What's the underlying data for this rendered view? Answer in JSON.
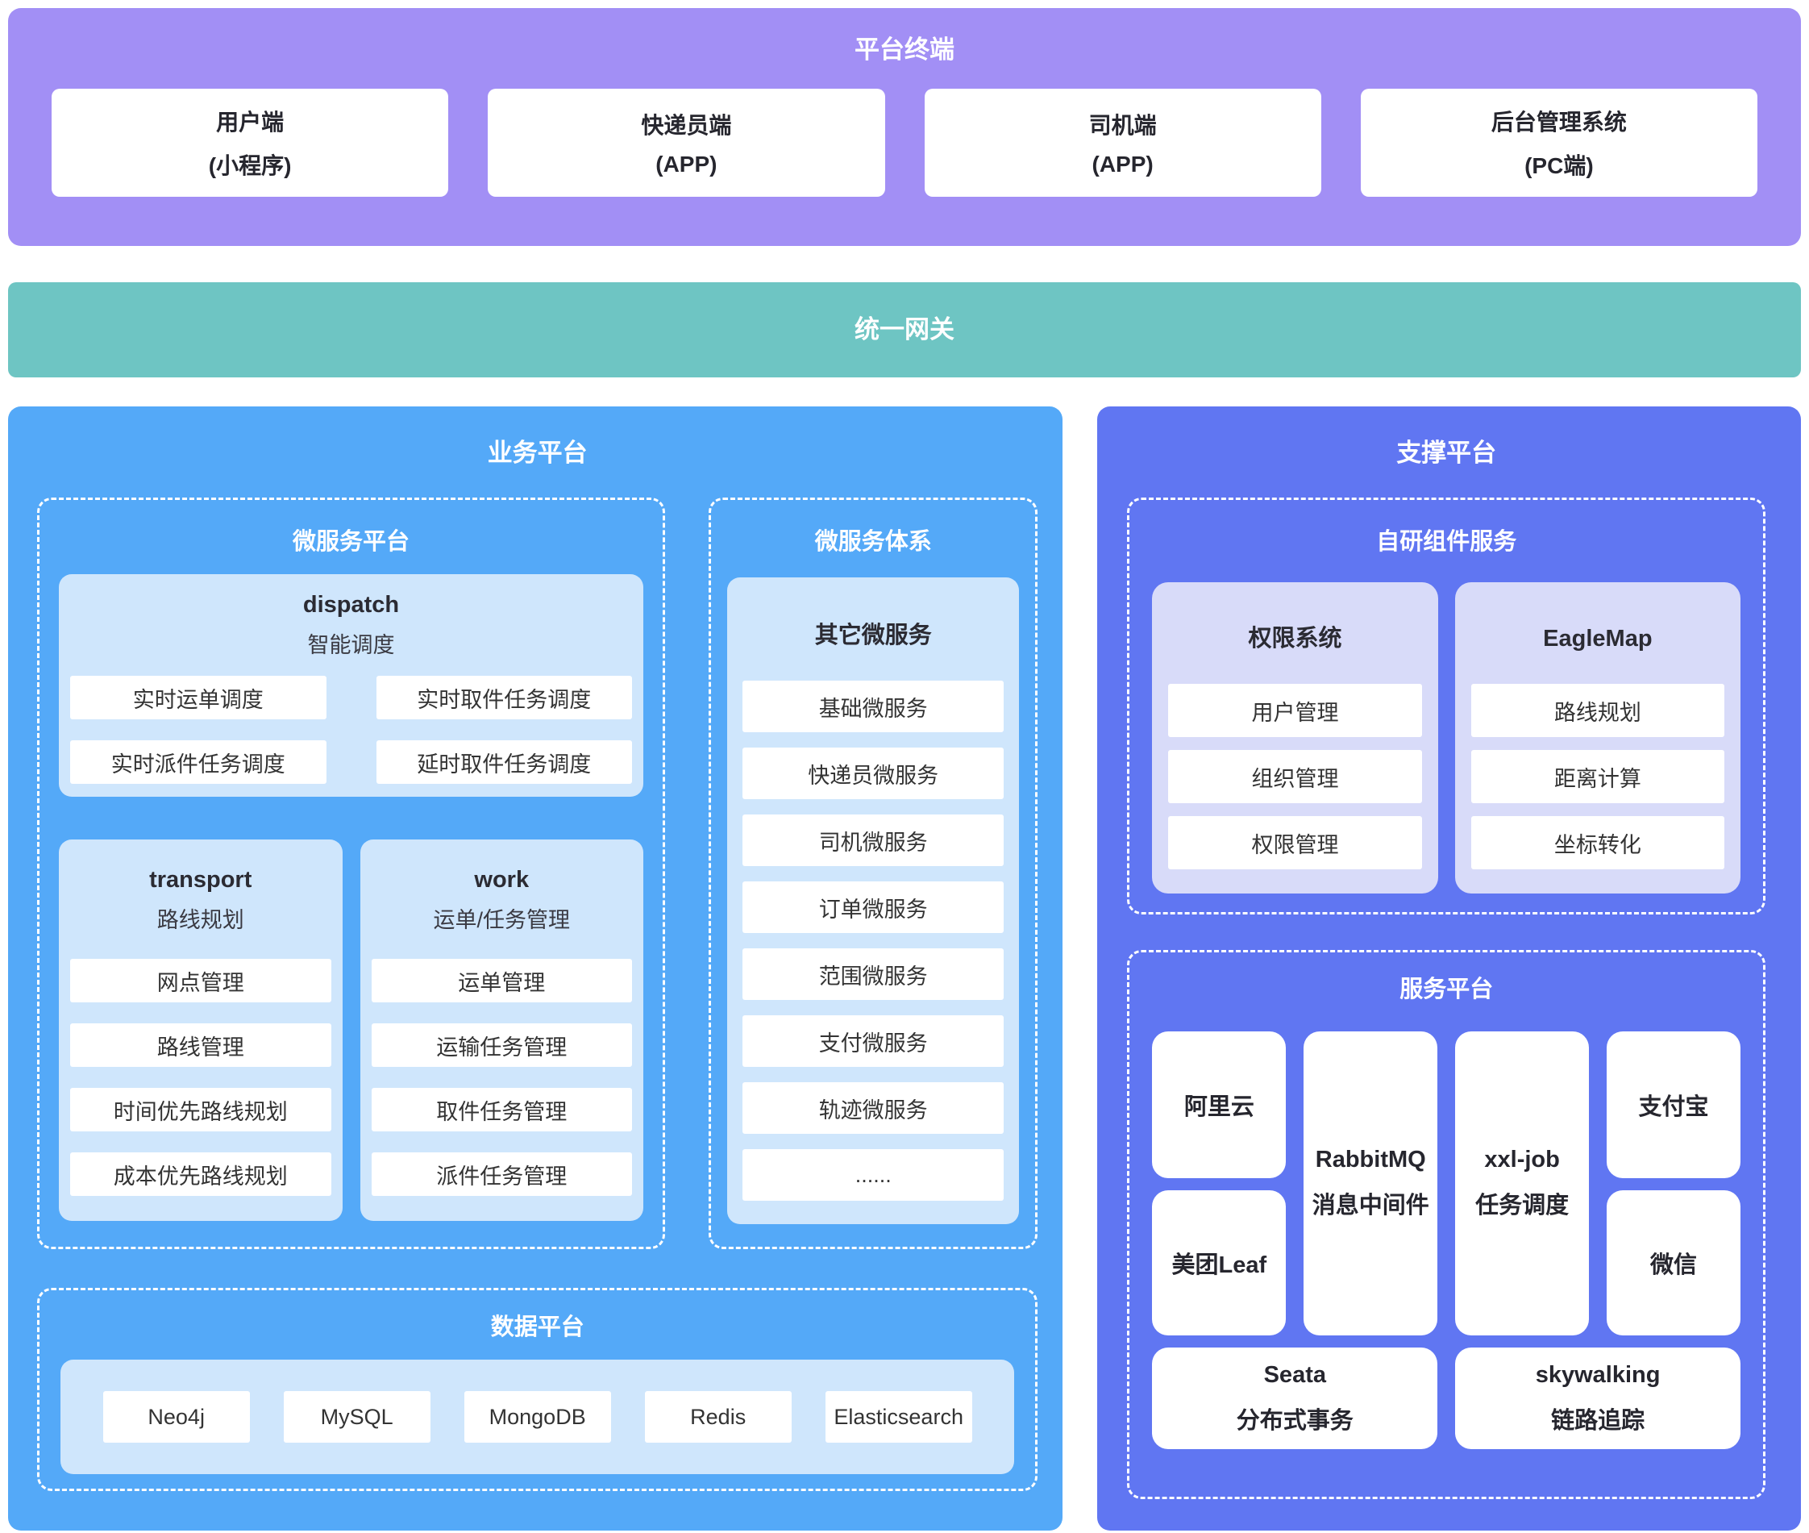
{
  "colors": {
    "terminal_banner": "#a28ff5",
    "gateway_banner": "#6ec5c3",
    "business_panel": "#54a9f8",
    "support_panel": "#6076f2",
    "light_blue_card": "#cfe6fc",
    "lavender_card": "#d8dbf9",
    "item_box": "#ffffff",
    "text_dark": "#2b2b33"
  },
  "terminals": {
    "title": "平台终端",
    "items": [
      {
        "line1": "用户端",
        "line2": "(小程序)"
      },
      {
        "line1": "快递员端",
        "line2": "(APP)"
      },
      {
        "line1": "司机端",
        "line2": "(APP)"
      },
      {
        "line1": "后台管理系统",
        "line2": "(PC端)"
      }
    ]
  },
  "gateway": {
    "title": "统一网关"
  },
  "business": {
    "title": "业务平台",
    "microservice_platform": {
      "title": "微服务平台",
      "dispatch": {
        "name": "dispatch",
        "subtitle": "智能调度",
        "items": [
          "实时运单调度",
          "实时取件任务调度",
          "实时派件任务调度",
          "延时取件任务调度"
        ]
      },
      "transport": {
        "name": "transport",
        "subtitle": "路线规划",
        "items": [
          "网点管理",
          "路线管理",
          "时间优先路线规划",
          "成本优先路线规划"
        ]
      },
      "work": {
        "name": "work",
        "subtitle": "运单/任务管理",
        "items": [
          "运单管理",
          "运输任务管理",
          "取件任务管理",
          "派件任务管理"
        ]
      }
    },
    "microservice_system": {
      "title": "微服务体系",
      "group": "其它微服务",
      "items": [
        "基础微服务",
        "快递员微服务",
        "司机微服务",
        "订单微服务",
        "范围微服务",
        "支付微服务",
        "轨迹微服务",
        "......"
      ]
    },
    "data_platform": {
      "title": "数据平台",
      "items": [
        "Neo4j",
        "MySQL",
        "MongoDB",
        "Redis",
        "Elasticsearch"
      ]
    }
  },
  "support": {
    "title": "支撑平台",
    "components": {
      "title": "自研组件服务",
      "auth": {
        "title": "权限系统",
        "items": [
          "用户管理",
          "组织管理",
          "权限管理"
        ]
      },
      "eaglemap": {
        "title": "EagleMap",
        "items": [
          "路线规划",
          "距离计算",
          "坐标转化"
        ]
      }
    },
    "services": {
      "title": "服务平台",
      "aliyun": "阿里云",
      "meituan": "美团Leaf",
      "rabbitmq": {
        "line1": "RabbitMQ",
        "line2": "消息中间件"
      },
      "xxljob": {
        "line1": "xxl-job",
        "line2": "任务调度"
      },
      "alipay": "支付宝",
      "wechat": "微信",
      "seata": {
        "line1": "Seata",
        "line2": "分布式事务"
      },
      "skywalking": {
        "line1": "skywalking",
        "line2": "链路追踪"
      }
    }
  }
}
